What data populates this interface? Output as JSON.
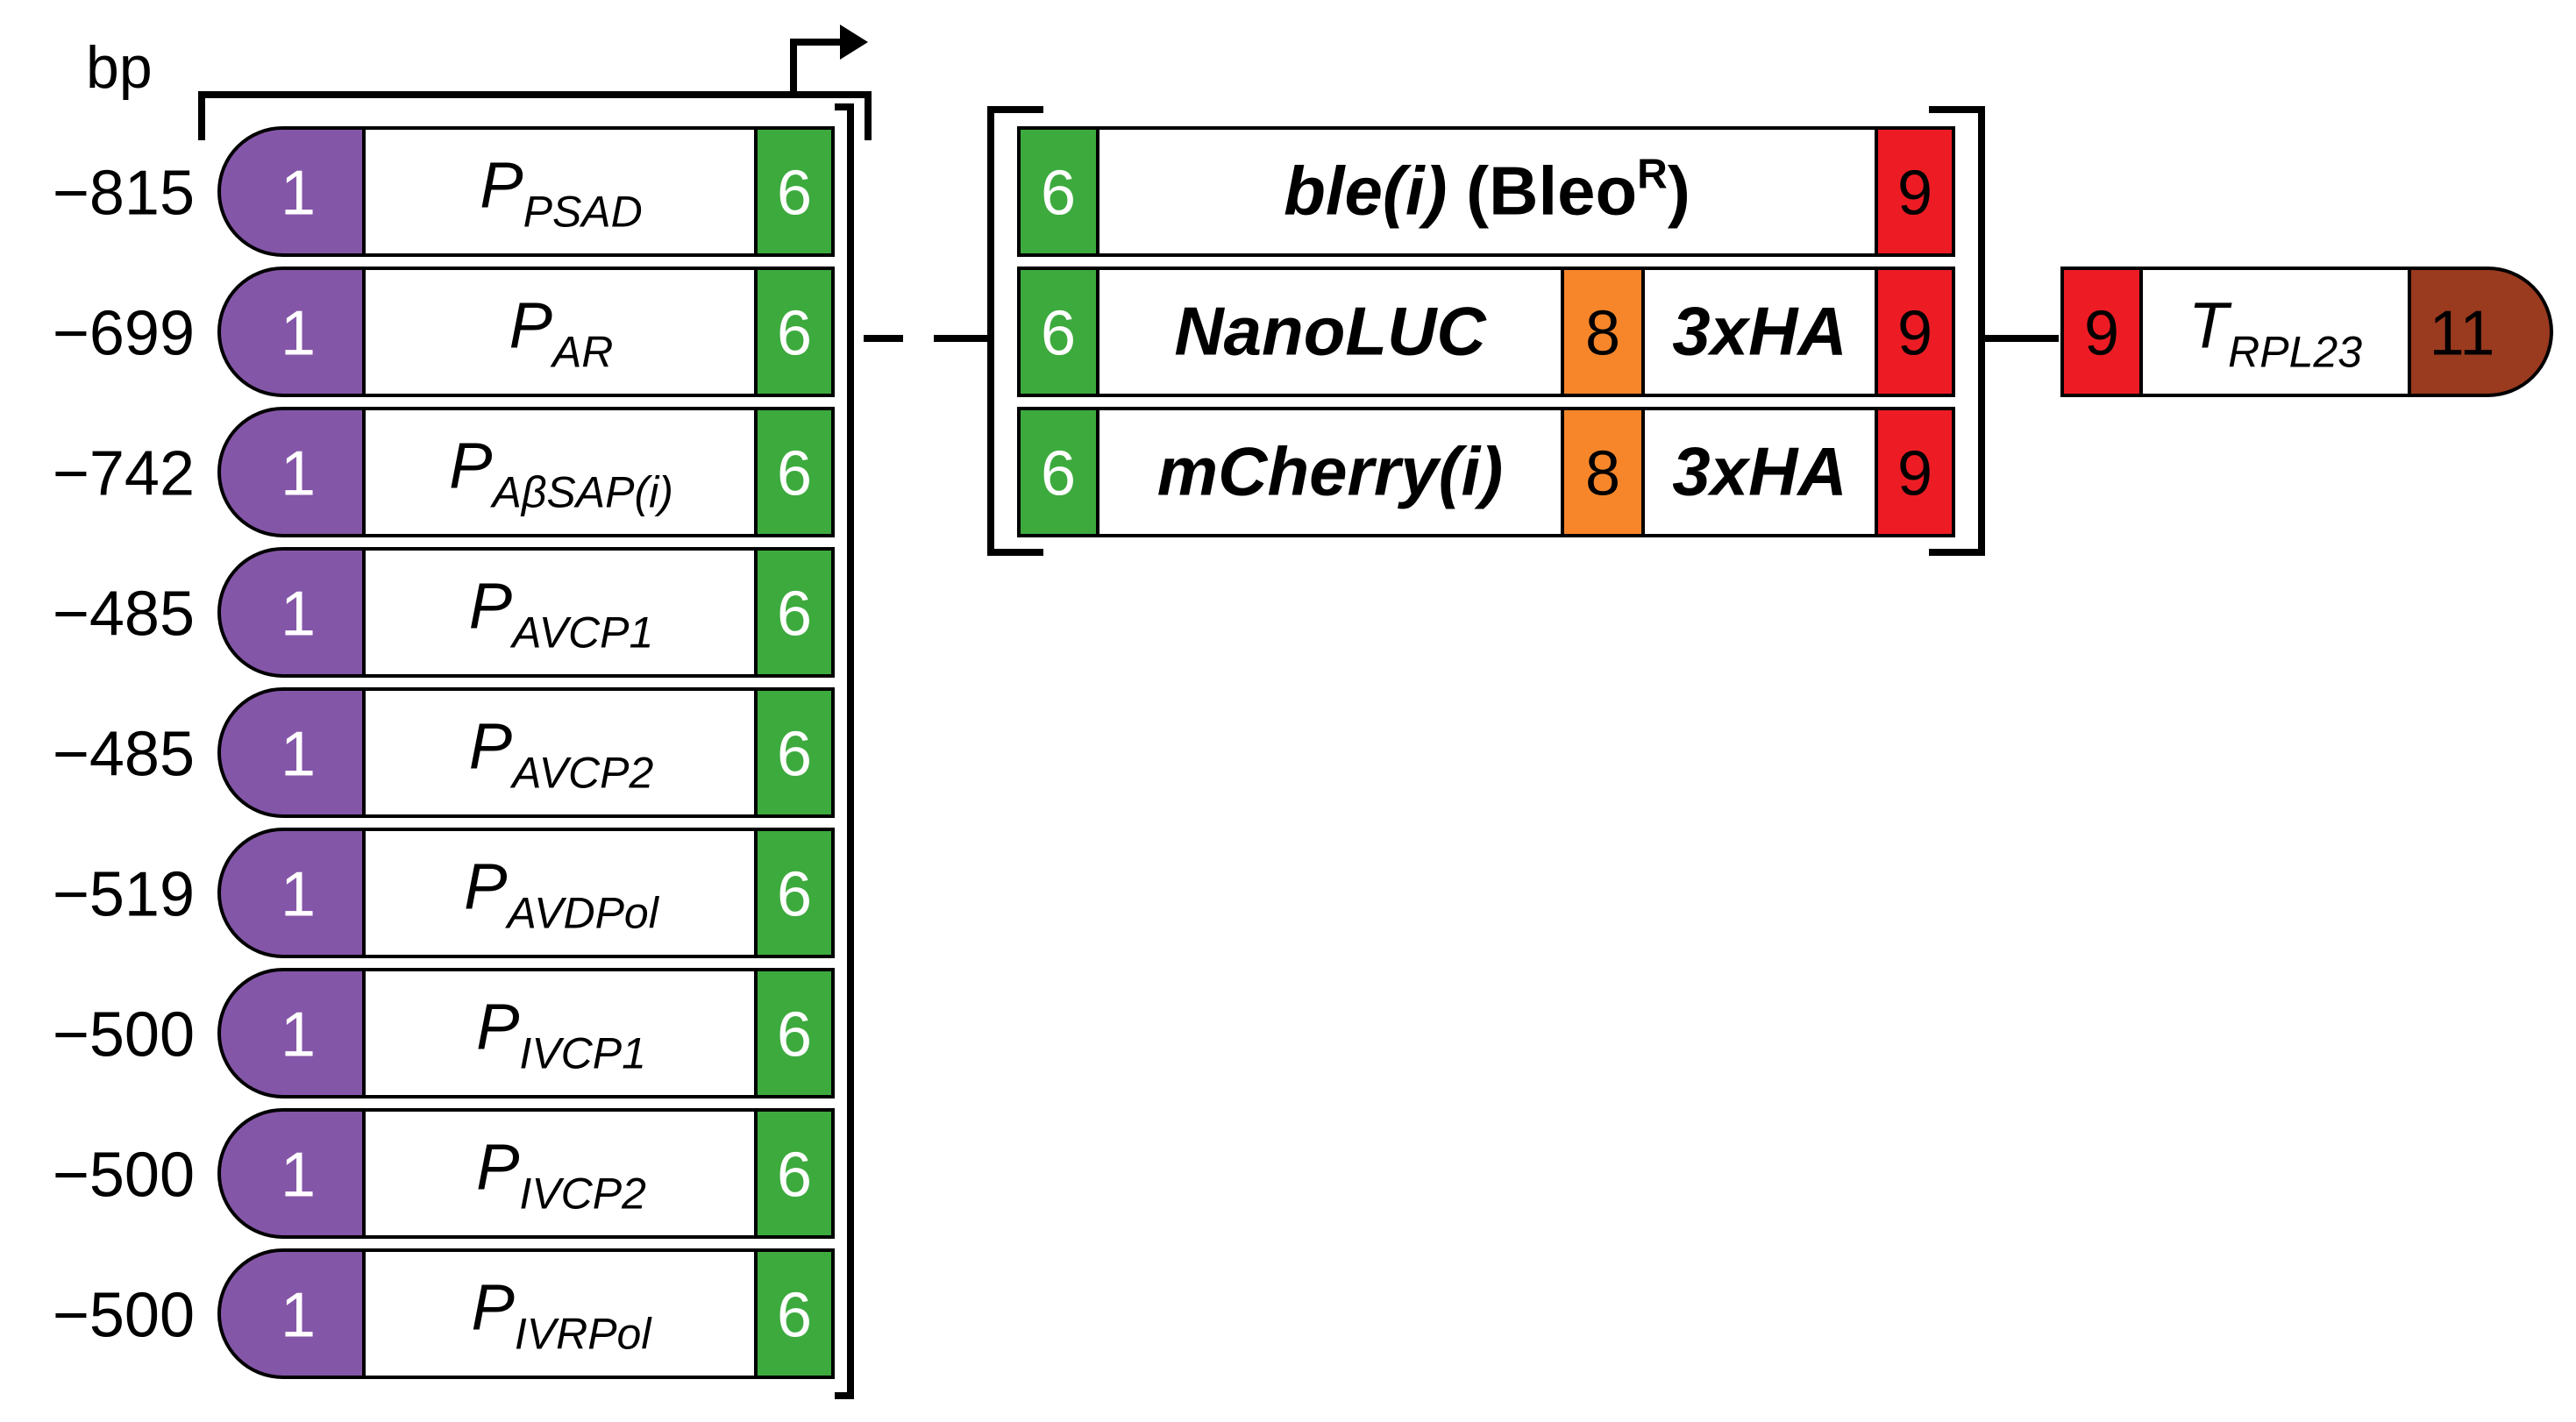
{
  "colors": {
    "purple": "#8456A8",
    "green": "#3DAA3E",
    "red": "#ED1C24",
    "orange": "#F7862A",
    "brown": "#9A3A1E",
    "white": "#ffffff",
    "stroke": "#000000"
  },
  "bp_label": "bp",
  "promoters": [
    {
      "bp": "−815",
      "left_part": "1",
      "name_main": "P",
      "name_sub": "PSAD",
      "right_part": "6"
    },
    {
      "bp": "−699",
      "left_part": "1",
      "name_main": "P",
      "name_sub": "AR",
      "right_part": "6"
    },
    {
      "bp": "−742",
      "left_part": "1",
      "name_main": "P",
      "name_sub": "AβSAP(i)",
      "right_part": "6"
    },
    {
      "bp": "−485",
      "left_part": "1",
      "name_main": "P",
      "name_sub": "AVCP1",
      "right_part": "6"
    },
    {
      "bp": "−485",
      "left_part": "1",
      "name_main": "P",
      "name_sub": "AVCP2",
      "right_part": "6"
    },
    {
      "bp": "−519",
      "left_part": "1",
      "name_main": "P",
      "name_sub": "AVDPol",
      "right_part": "6"
    },
    {
      "bp": "−500",
      "left_part": "1",
      "name_main": "P",
      "name_sub": "IVCP1",
      "right_part": "6"
    },
    {
      "bp": "−500",
      "left_part": "1",
      "name_main": "P",
      "name_sub": "IVCP2",
      "right_part": "6"
    },
    {
      "bp": "−500",
      "left_part": "1",
      "name_main": "P",
      "name_sub": "IVRPol",
      "right_part": "6"
    }
  ],
  "cds": [
    {
      "left_part": "6",
      "gene": "ble(i)",
      "extra": " (Bleo",
      "extra_sup": "R",
      "extra_end": ")",
      "right_part": "9"
    },
    {
      "left_part": "6",
      "gene": "NanoLUC",
      "linker": "8",
      "tag": "3xHA",
      "right_part": "9"
    },
    {
      "left_part": "6",
      "gene": "mCherry(i)",
      "linker": "8",
      "tag": "3xHA",
      "right_part": "9"
    }
  ],
  "terminator": {
    "left_part": "9",
    "name_main": "T",
    "name_sub": "RPL23",
    "right_part": "11"
  }
}
